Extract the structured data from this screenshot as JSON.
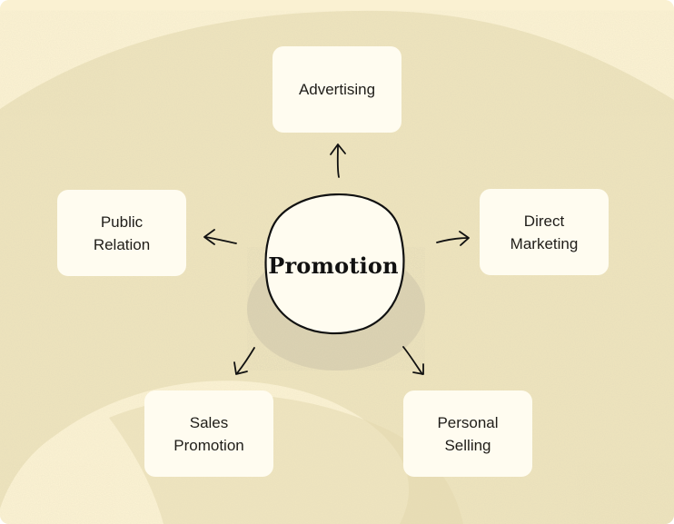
{
  "center": {
    "label": "Promotion"
  },
  "nodes": {
    "advertising": {
      "line1": "Advertising"
    },
    "direct_marketing": {
      "line1": "Direct",
      "line2": "Marketing"
    },
    "personal_selling": {
      "line1": "Personal",
      "line2": "Selling"
    },
    "sales_promotion": {
      "line1": "Sales",
      "line2": "Promotion"
    },
    "public_relation": {
      "line1": "Public",
      "line2": "Relation"
    }
  },
  "colors": {
    "background": "#faf1d2",
    "texture": "#e9dfb8",
    "box_fill": "#fffcf0",
    "ink": "#1f1d19"
  }
}
